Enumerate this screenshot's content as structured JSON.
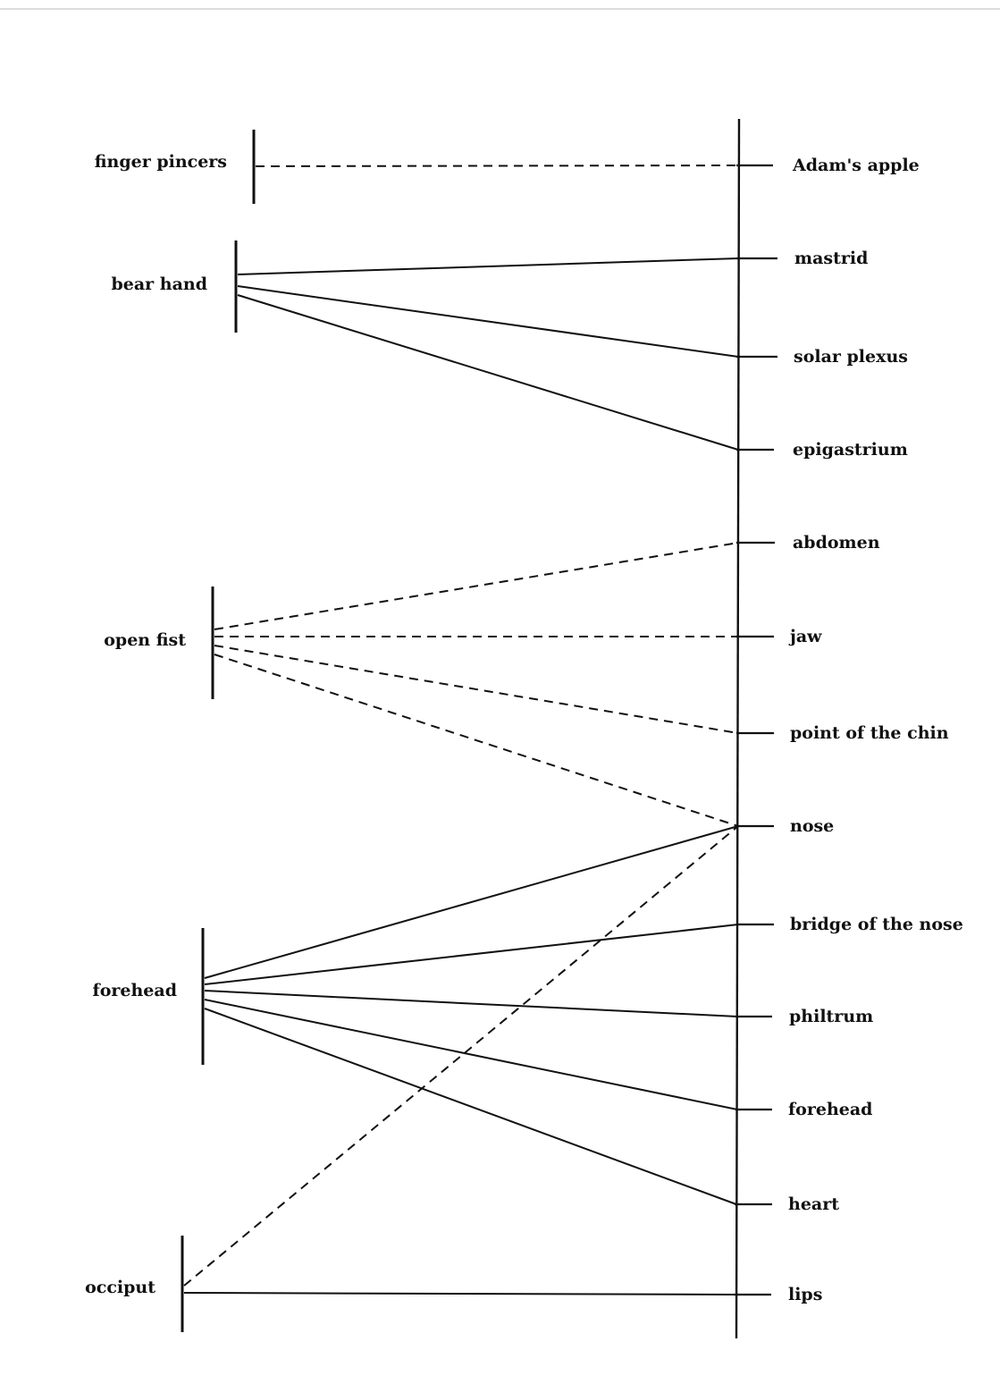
{
  "techniques": [
    {
      "id": "finger_pincers",
      "label": "finger pincers"
    },
    {
      "id": "bear_hand",
      "label": "bear hand"
    },
    {
      "id": "open_fist",
      "label": "open fist"
    },
    {
      "id": "forehead",
      "label": "forehead"
    },
    {
      "id": "occiput",
      "label": "occiput"
    }
  ],
  "targets": [
    {
      "id": "adams_apple",
      "label": "Adam's apple"
    },
    {
      "id": "mastrid",
      "label": "mastrid"
    },
    {
      "id": "solar_plexus",
      "label": "solar plexus"
    },
    {
      "id": "epigastrium",
      "label": "epigastrium"
    },
    {
      "id": "abdomen",
      "label": "abdomen"
    },
    {
      "id": "jaw",
      "label": "jaw"
    },
    {
      "id": "point_of_the_chin",
      "label": "point of the chin"
    },
    {
      "id": "nose",
      "label": "nose"
    },
    {
      "id": "bridge_of_the_nose",
      "label": "bridge of the nose"
    },
    {
      "id": "philtrum",
      "label": "philtrum"
    },
    {
      "id": "forehead",
      "label": "forehead"
    },
    {
      "id": "heart",
      "label": "heart"
    },
    {
      "id": "lips",
      "label": "lips"
    }
  ],
  "connections": [
    {
      "from": "finger_pincers",
      "to": "adams_apple",
      "style": "dashed"
    },
    {
      "from": "bear_hand",
      "to": "mastrid",
      "style": "solid"
    },
    {
      "from": "bear_hand",
      "to": "solar_plexus",
      "style": "solid"
    },
    {
      "from": "bear_hand",
      "to": "epigastrium",
      "style": "solid"
    },
    {
      "from": "open_fist",
      "to": "abdomen",
      "style": "dashed"
    },
    {
      "from": "open_fist",
      "to": "jaw",
      "style": "dashed"
    },
    {
      "from": "open_fist",
      "to": "point_of_the_chin",
      "style": "dashed"
    },
    {
      "from": "open_fist",
      "to": "nose",
      "style": "dashed"
    },
    {
      "from": "forehead",
      "to": "nose",
      "style": "solid"
    },
    {
      "from": "forehead",
      "to": "bridge_of_the_nose",
      "style": "solid"
    },
    {
      "from": "forehead",
      "to": "philtrum",
      "style": "solid"
    },
    {
      "from": "forehead",
      "to": "forehead",
      "style": "solid"
    },
    {
      "from": "forehead",
      "to": "heart",
      "style": "solid"
    },
    {
      "from": "occiput",
      "to": "nose",
      "style": "dashed"
    },
    {
      "from": "occiput",
      "to": "lips",
      "style": "solid"
    }
  ],
  "colors": {
    "ink": "#111111",
    "paper": "#ffffff"
  }
}
